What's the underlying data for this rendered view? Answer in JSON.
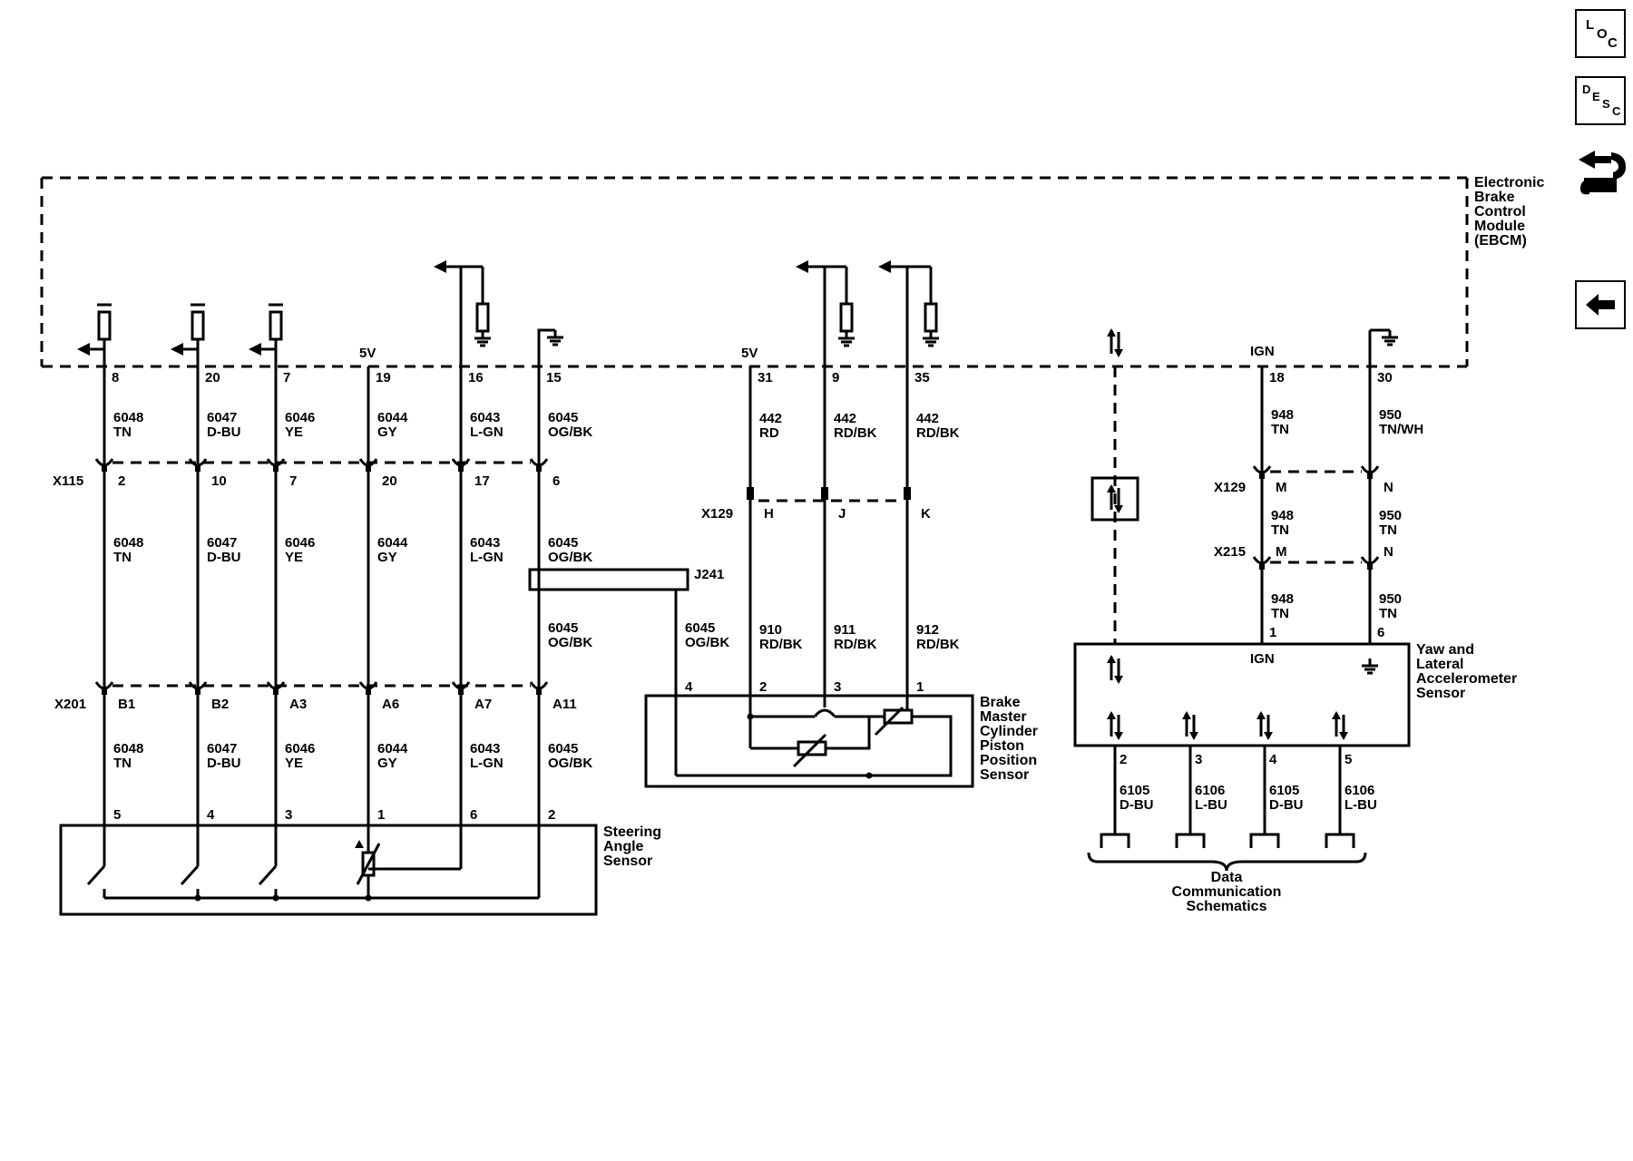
{
  "nav": {
    "loc_letters": [
      "L",
      "O",
      "C"
    ],
    "desc_letters": [
      "D",
      "E",
      "S",
      "C"
    ],
    "icons": [
      "loc-icon",
      "desc-icon",
      "connector-icon",
      "back-arrow-icon"
    ]
  },
  "module": {
    "label": [
      "Electronic",
      "Brake",
      "Control",
      "Module",
      "(EBCM)"
    ]
  },
  "circuits": [
    {
      "pin": "8",
      "circuit": "6048",
      "color": "TN",
      "x115": "2",
      "x201": "B1",
      "sensor_pin": "5"
    },
    {
      "pin": "20",
      "circuit": "6047",
      "color": "D-BU",
      "x115": "10",
      "x201": "B2",
      "sensor_pin": "4"
    },
    {
      "pin": "7",
      "circuit": "6046",
      "color": "YE",
      "x115": "7",
      "x201": "A3",
      "sensor_pin": "3"
    },
    {
      "pin": "19",
      "circuit": "6044",
      "color": "GY",
      "x115": "20",
      "x201": "A6",
      "sensor_pin": "1"
    },
    {
      "pin": "16",
      "circuit": "6043",
      "color": "L-GN",
      "x115": "17",
      "x201": "A7",
      "sensor_pin": "6"
    },
    {
      "pin": "15",
      "circuit": "6045",
      "color": "OG/BK",
      "x115": "6",
      "x201": "A11",
      "sensor_pin": "2"
    }
  ],
  "five_v": "5V",
  "connectors": {
    "x115": "X115",
    "x201": "X201",
    "x129": "X129",
    "x215": "X215",
    "j241": "J241"
  },
  "steering_sensor": {
    "label": [
      "Steering",
      "Angle",
      "Sensor"
    ]
  },
  "brake_sensor": {
    "label": [
      "Brake",
      "Master",
      "Cylinder",
      "Piston",
      "Position",
      "Sensor"
    ],
    "j241_circuit": "6045",
    "j241_color": "OG/BK",
    "j241_pin": "4",
    "circuits": [
      {
        "pin": "31",
        "circuit": "442",
        "color": "RD",
        "x129": "H",
        "lower_circuit": "910",
        "lower_color": "RD/BK",
        "sensor_pin": "2"
      },
      {
        "pin": "9",
        "circuit": "442",
        "color": "RD/BK",
        "x129": "J",
        "lower_circuit": "911",
        "lower_color": "RD/BK",
        "sensor_pin": "3"
      },
      {
        "pin": "35",
        "circuit": "442",
        "color": "RD/BK",
        "x129": "K",
        "lower_circuit": "912",
        "lower_color": "RD/BK",
        "sensor_pin": "1"
      }
    ]
  },
  "yaw": {
    "label": [
      "Yaw and",
      "Lateral",
      "Accelerometer",
      "Sensor"
    ],
    "ign": "IGN",
    "ign_pin": "18",
    "ign_circuit": "948",
    "ign_color": "TN",
    "gnd_pin": "30",
    "gnd_circuit": "950",
    "gnd_color": "TN/WH",
    "x129_m": "M",
    "x129_n": "N",
    "x215_m": "M",
    "x215_n": "N",
    "ign_mid_color": "TN",
    "gnd_mid_color": "TN",
    "sensor_ign_pin": "1",
    "sensor_gnd_pin": "6",
    "data_pins": [
      {
        "pin": "2",
        "circuit": "6105",
        "color": "D-BU"
      },
      {
        "pin": "3",
        "circuit": "6106",
        "color": "L-BU"
      },
      {
        "pin": "4",
        "circuit": "6105",
        "color": "D-BU"
      },
      {
        "pin": "5",
        "circuit": "6106",
        "color": "L-BU"
      }
    ]
  },
  "data_comm": {
    "label": [
      "Data",
      "Communication",
      "Schematics"
    ]
  }
}
